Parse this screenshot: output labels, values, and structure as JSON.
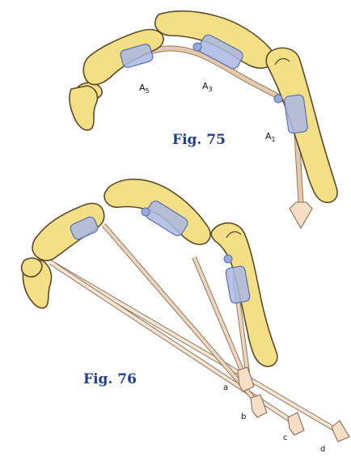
{
  "figures": [
    {
      "label": "Fig. 75",
      "pulleys": [
        {
          "letter": "A",
          "subscript": "5"
        },
        {
          "letter": "A",
          "subscript": "3"
        },
        {
          "letter": "A",
          "subscript": "1"
        }
      ]
    },
    {
      "label": "Fig. 76",
      "force_vectors": [
        "a",
        "b",
        "c",
        "d"
      ]
    }
  ],
  "colors": {
    "bone": "#f2df86",
    "pulley": "#aab8e2",
    "tendon": "#e6c9a8",
    "label": "#1f3f8c"
  }
}
